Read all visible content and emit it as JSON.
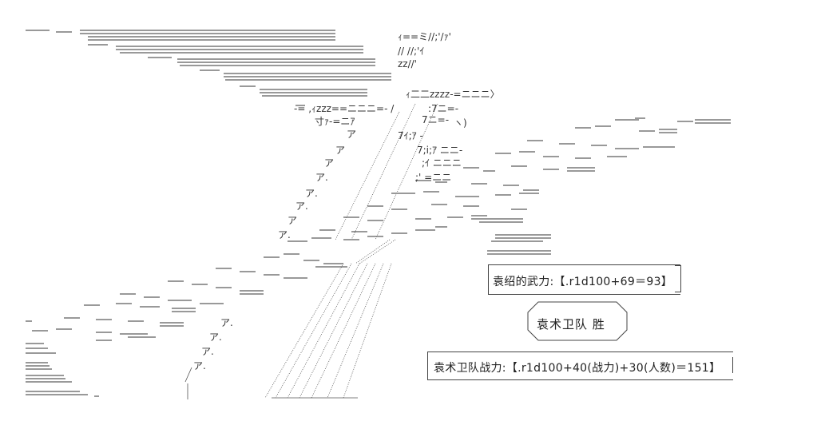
{
  "results": {
    "roll_line": "袁绍的武力:【.r1d100+69＝93】",
    "winner_line": "袁术卫队 胜",
    "power_line": "袁术卫队战力:【.r1d100+40(战力)+30(人数)＝151】"
  },
  "art": {
    "shout_top": "ｨ==ミ//;'/ｧ'",
    "shout_2": "//  //;'ｲ",
    "shout_3": "zz//'",
    "zzzz": "ｨ二二zzzz-=ニニニ〉",
    "zzzz_left": "-=  ,ｨzzz==ニニニ=-  /",
    "tsu": "寸ｧ-=ニｱ",
    "ink_color": "#333333"
  }
}
